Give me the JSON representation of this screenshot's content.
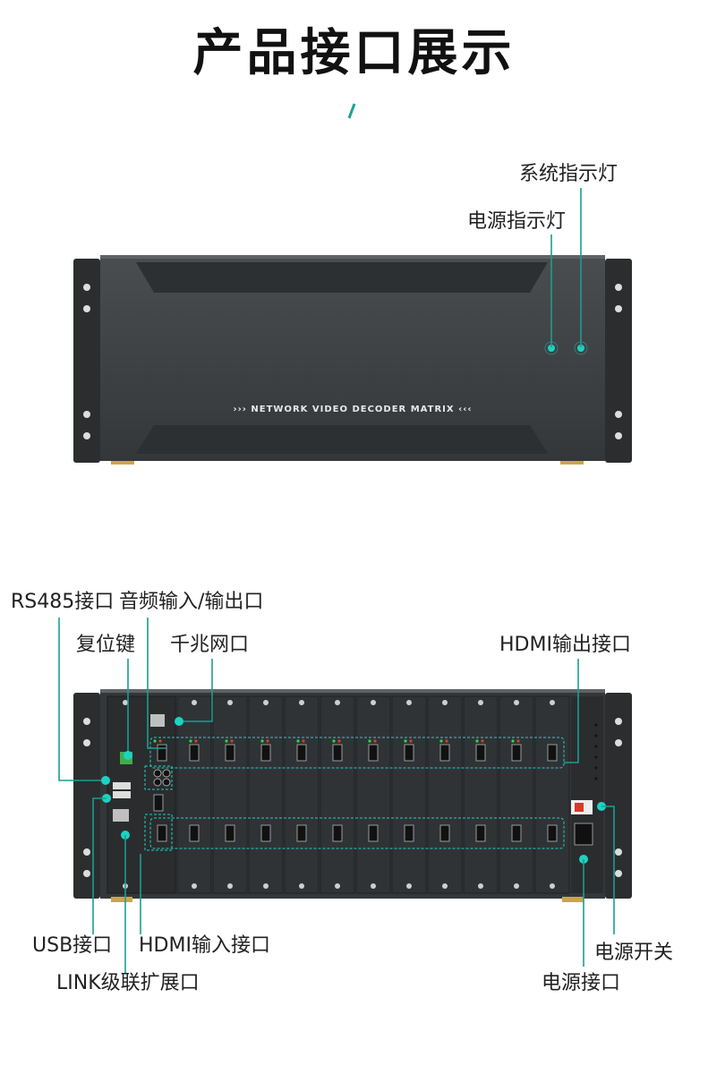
{
  "page_title": "产品接口展示",
  "front_panel": {
    "model_text": "NETWORK VIDEO DECODER MATRIX",
    "callouts": {
      "system_light": "系统指示灯",
      "power_light": "电源指示灯"
    }
  },
  "rear_panel": {
    "callouts": {
      "rs485": "RS485接口",
      "audio_io": "音频输入/输出口",
      "reset": "复位键",
      "gigabit_lan": "千兆网口",
      "hdmi_out": "HDMI输出接口",
      "usb": "USB接口",
      "hdmi_in": "HDMI输入接口",
      "link": "LINK级联扩展口",
      "power_switch": "电源开关",
      "power_port": "电源接口"
    }
  },
  "colors": {
    "accent": "#1bd3c2",
    "device_body": "#3a3d40",
    "device_dark": "#2a2c2e"
  }
}
